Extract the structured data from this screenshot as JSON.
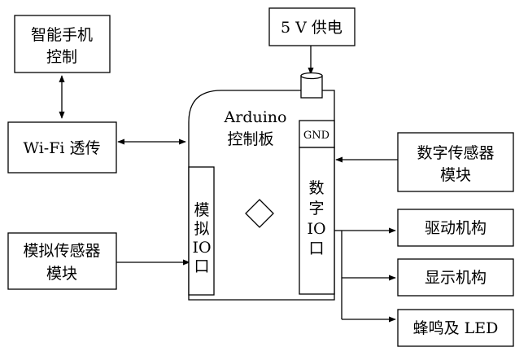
{
  "diagram": {
    "power": "5 V 供电",
    "smartphone": [
      "智能手机",
      "控制"
    ],
    "wifi": "Wi-Fi 透传",
    "arduino": [
      "Arduino",
      "控制板"
    ],
    "gnd": "GND",
    "digital_io": [
      "数",
      "字",
      "IO",
      "口"
    ],
    "analog_io": [
      "模",
      "拟",
      "IO",
      "口"
    ],
    "digital_sensor": [
      "数字传感器",
      "模块"
    ],
    "analog_sensor": [
      "模拟传感器",
      "模块"
    ],
    "drive": "驱动机构",
    "display": "显示机构",
    "buzzer": "蜂鸣及 LED"
  }
}
